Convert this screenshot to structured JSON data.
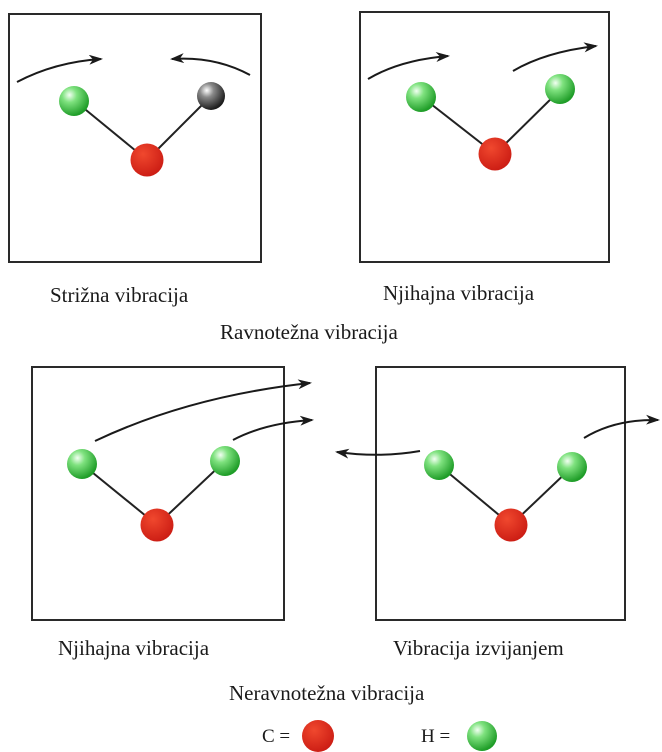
{
  "panels": [
    {
      "caption": "Strižna vibracija"
    },
    {
      "caption": "Njihajna vibracija"
    },
    {
      "caption": "Njihajna vibracija"
    },
    {
      "caption": "Vibracija izvijanjem"
    }
  ],
  "group_labels": {
    "top": "Ravnotežna vibracija",
    "bottom": "Neravnotežna vibracija"
  },
  "legend": {
    "c_label": "C =",
    "h_label": "H ="
  },
  "colors": {
    "carbon": "#e02a1f",
    "hydrogen": "#33c23a",
    "gray_atom": "#3a3a3a",
    "frame": "#2a2a2a"
  }
}
